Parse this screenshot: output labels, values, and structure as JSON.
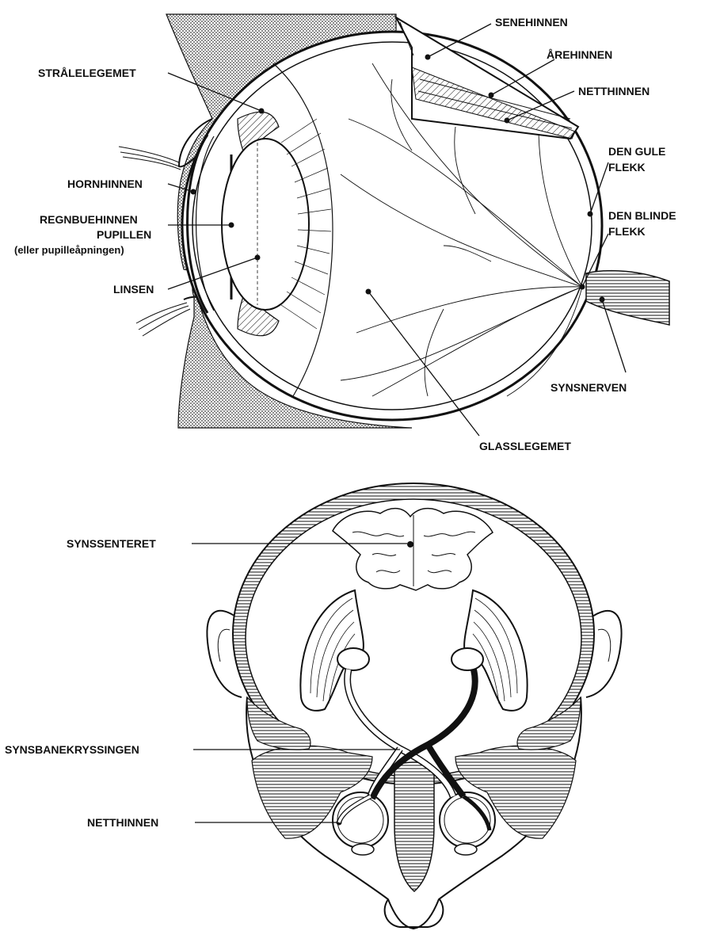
{
  "eye_diagram": {
    "labels": {
      "senehinnen": "SENEHINNEN",
      "arehinnen": "ÅREHINNEN",
      "netthinnen": "NETTHINNEN",
      "den_gule_flekk_1": "DEN GULE",
      "den_gule_flekk_2": "FLEKK",
      "den_blinde_flekk_1": "DEN BLINDE",
      "den_blinde_flekk_2": "FLEKK",
      "synsnerven": "SYNSNERVEN",
      "glasslegemet": "GLASSLEGEMET",
      "stralelegemet": "STRÅLELEGEMET",
      "hornhinnen": "HORNHINNEN",
      "regnbuehinnen": "REGNBUEHINNEN",
      "pupillen": "PUPILLEN",
      "pupillen_note": "(eller pupilleåpningen)",
      "linsen": "LINSEN"
    }
  },
  "brain_diagram": {
    "labels": {
      "synssenteret": "SYNSSENTERET",
      "synsbanekryssingen": "SYNSBANEKRYSSINGEN",
      "netthinnen": "NETTHINNEN"
    }
  },
  "colors": {
    "ink": "#111111",
    "background": "#ffffff",
    "stipple": "#9a9a9a"
  }
}
